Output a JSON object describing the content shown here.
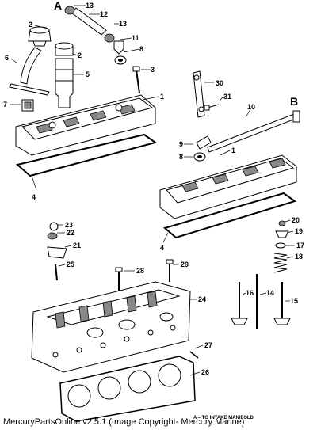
{
  "callouts": {
    "c1a": "1",
    "c1b": "1",
    "c2a": "2",
    "c2b": "2",
    "c3": "3",
    "c4a": "4",
    "c4b": "4",
    "c5": "5",
    "c6": "6",
    "c7": "7",
    "c8a": "8",
    "c8b": "8",
    "c9": "9",
    "c10": "10",
    "c11": "11",
    "c12": "12",
    "c13a": "13",
    "c13b": "13",
    "c14": "14",
    "c15": "15",
    "c16": "16",
    "c17": "17",
    "c18": "18",
    "c19": "19",
    "c20": "20",
    "c21": "21",
    "c22": "22",
    "c23": "23",
    "c24": "24",
    "c25": "25",
    "c26": "26",
    "c27": "27",
    "c28": "28",
    "c29": "29",
    "c30": "30",
    "c31": "31"
  },
  "letters": {
    "a": "A",
    "b": "B"
  },
  "note": "A – TO INTAKE MANIFOLD",
  "footer": "MercuryPartsOnline v2.5.1 (Image Copyright- Mercury Marine)"
}
